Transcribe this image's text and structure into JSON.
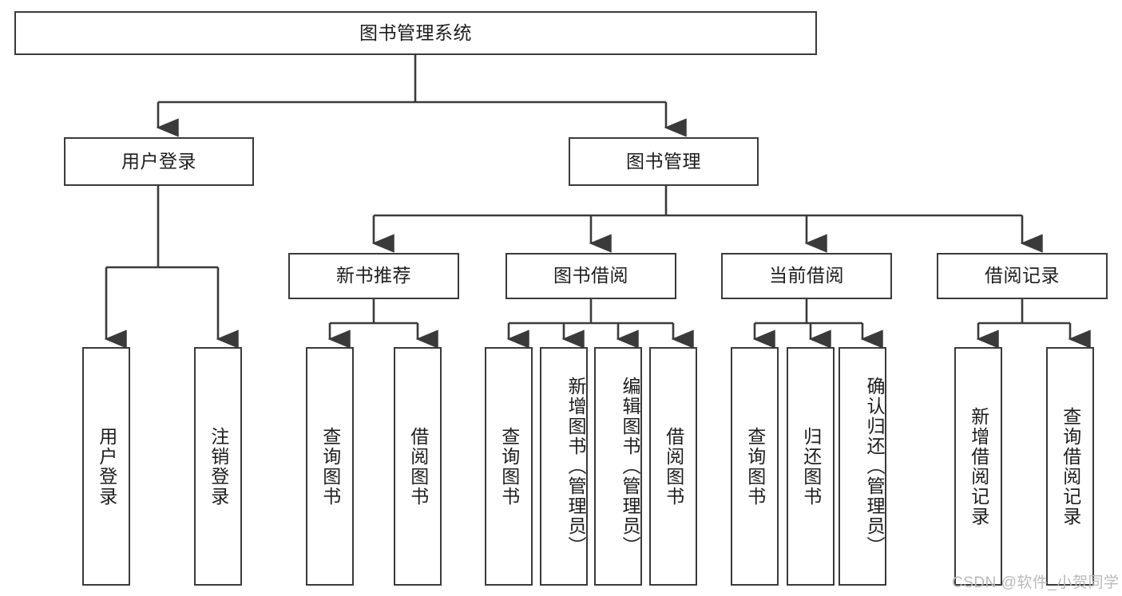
{
  "diagram": {
    "type": "tree-hierarchy-chart",
    "title": "图书管理系统",
    "line_color": "#3a3a3a",
    "box_fill": "#ffffff",
    "text_color": "#1d1d1d",
    "root": {
      "label": "图书管理系统"
    },
    "level2": [
      {
        "label": "用户登录"
      },
      {
        "label": "图书管理"
      }
    ],
    "level3": [
      {
        "label": "新书推荐"
      },
      {
        "label": "图书借阅"
      },
      {
        "label": "当前借阅"
      },
      {
        "label": "借阅记录"
      }
    ],
    "leaves": {
      "user_login": [
        {
          "label": "用户登录"
        },
        {
          "label": "注销登录"
        }
      ],
      "new_book_recommend": [
        {
          "label": "查询图书"
        },
        {
          "label": "借阅图书"
        }
      ],
      "book_borrow": [
        {
          "label": "查询图书"
        },
        {
          "label": "新增图书（管理员）"
        },
        {
          "label": "编辑图书（管理员）"
        },
        {
          "label": "借阅图书"
        }
      ],
      "current_borrow": [
        {
          "label": "查询图书"
        },
        {
          "label": "归还图书"
        },
        {
          "label": "确认归还（管理员）"
        }
      ],
      "borrow_record": [
        {
          "label": "新增借阅记录"
        },
        {
          "label": "查询借阅记录"
        }
      ]
    }
  },
  "watermark": {
    "text": "CSDN @软件_小贺同学"
  }
}
